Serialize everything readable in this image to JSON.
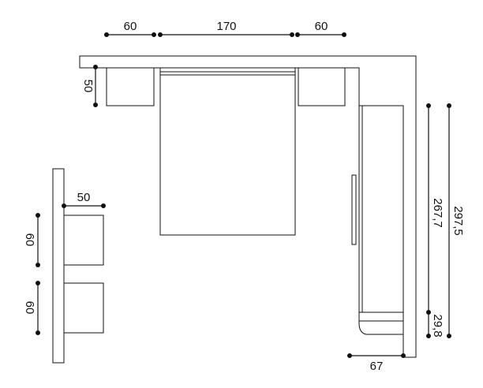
{
  "dimensions": {
    "top_left_nightstand_width": "60",
    "bed_width": "170",
    "top_right_nightstand_width": "60",
    "nightstand_depth": "50",
    "side_unit_depth": "50",
    "side_unit_top_width": "60",
    "side_unit_bottom_width": "60",
    "wardrobe_length": "267,7",
    "total_length": "297,5",
    "corner_piece_length": "29,8",
    "wardrobe_depth": "67"
  }
}
